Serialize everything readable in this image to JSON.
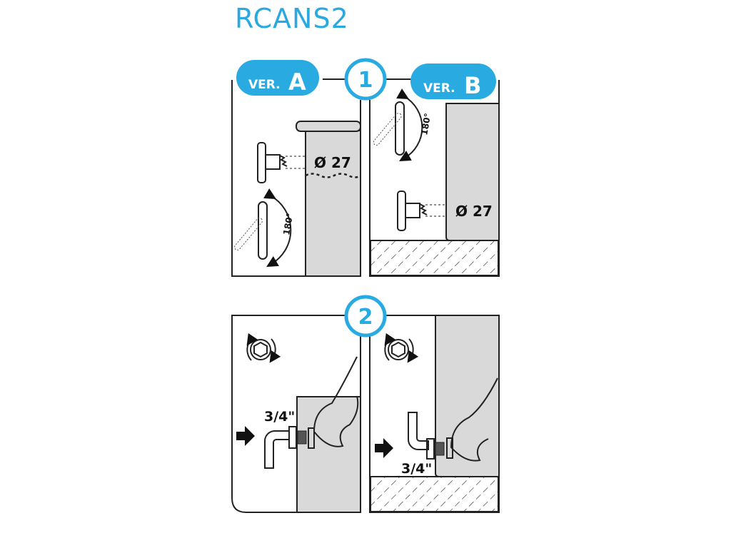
{
  "title": "RCANS2",
  "steps": [
    {
      "number": "1",
      "versions": [
        {
          "prefix": "VER.",
          "letter": "A",
          "diameter": "Ø 27",
          "rotation": "180°"
        },
        {
          "prefix": "VER.",
          "letter": "B",
          "diameter": "Ø 27",
          "rotation": "180°"
        }
      ]
    },
    {
      "number": "2",
      "versions": [
        {
          "thread": "3/4\""
        },
        {
          "thread": "3/4\""
        }
      ]
    }
  ],
  "colors": {
    "accent": "#29abe2",
    "tank": "#d9d9d9"
  }
}
